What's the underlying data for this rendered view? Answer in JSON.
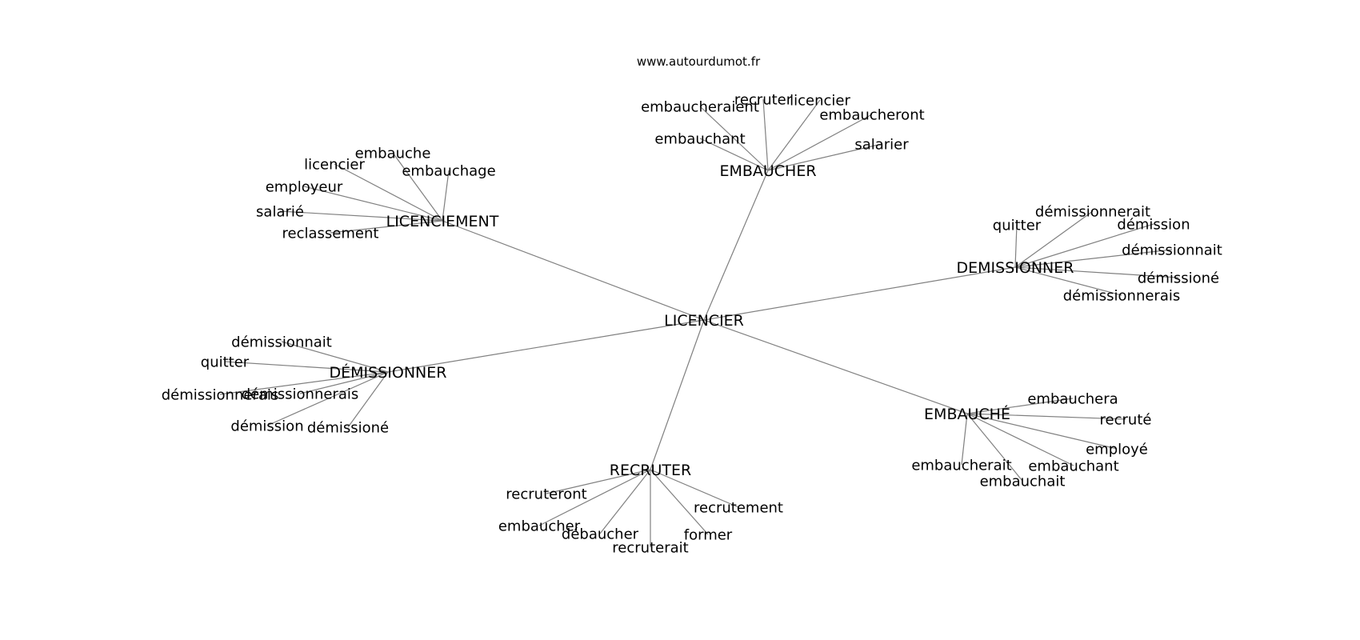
{
  "source": "www.autourdumot.fr",
  "center": "LICENCIER",
  "hubs": [
    {
      "id": "embaucher",
      "label": "EMBAUCHER",
      "words": [
        "embaucheraient",
        "recruter",
        "licencier",
        "embaucheront",
        "embauchant",
        "salarier"
      ]
    },
    {
      "id": "licenciement",
      "label": "LICENCIEMENT",
      "words": [
        "embauche",
        "licencier",
        "embauchage",
        "employeur",
        "salarié",
        "reclassement"
      ]
    },
    {
      "id": "demissionner-upper",
      "label": "DEMISSIONNER",
      "words": [
        "démissionnerait",
        "quitter",
        "démission",
        "démissionnait",
        "démissioné",
        "démissionnerais"
      ]
    },
    {
      "id": "demissionner-accent",
      "label": "DÉMISSIONNER",
      "words": [
        "démissionnait",
        "quitter",
        "démissionnerais",
        "démissionnerais",
        "démission",
        "démissioné"
      ]
    },
    {
      "id": "embauche",
      "label": "EMBAUCHÉ",
      "words": [
        "embauchera",
        "recruté",
        "employé",
        "embauchant",
        "embaucherait",
        "embauchait"
      ]
    },
    {
      "id": "recruter",
      "label": "RECRUTER",
      "words": [
        "recruteront",
        "recrutement",
        "embaucher",
        "débaucher",
        "former",
        "recruterait"
      ]
    }
  ]
}
